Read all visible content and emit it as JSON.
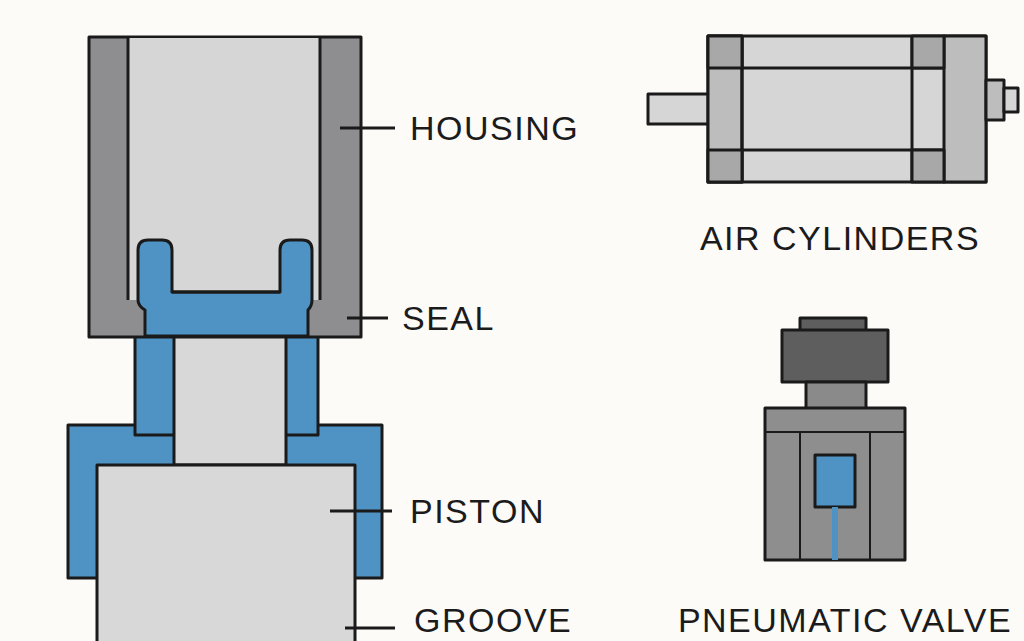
{
  "diagram": {
    "labels": [
      "HOUSING",
      "SEAL",
      "PISTON",
      "GROOVE",
      "AIR CYLINDERS",
      "PNEUMATIC VALVE"
    ]
  }
}
